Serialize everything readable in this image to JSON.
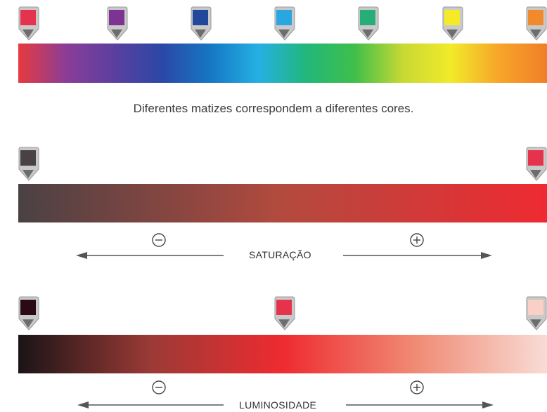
{
  "hue": {
    "caption": "Diferentes matizes correspondem a diferentes cores.",
    "gradient": [
      "#e63a3e",
      "#8a3d97",
      "#5a3fa0",
      "#2b48a6",
      "#1577c4",
      "#25b0e3",
      "#22b77a",
      "#3fbf4a",
      "#c7d934",
      "#f2ea2a",
      "#f7a52a",
      "#f07f28"
    ],
    "markers": [
      {
        "name": "red",
        "color": "#e5334e"
      },
      {
        "name": "purple",
        "color": "#7c3393"
      },
      {
        "name": "dark-blue",
        "color": "#22489b"
      },
      {
        "name": "cyan",
        "color": "#2aa7e0"
      },
      {
        "name": "green",
        "color": "#27ad7a"
      },
      {
        "name": "yellow",
        "color": "#f4ea25"
      },
      {
        "name": "orange",
        "color": "#f08a2d"
      }
    ]
  },
  "saturation": {
    "label": "SATURAÇÃO",
    "minus_symbol": "⊖",
    "plus_symbol": "⊕",
    "gradient": [
      "#4a4144",
      "#b34a3e",
      "#ee2a32"
    ],
    "markers": [
      {
        "name": "low-saturation",
        "color": "#4a4144"
      },
      {
        "name": "high-saturation",
        "color": "#e5334e"
      }
    ]
  },
  "luminosity": {
    "label": "LUMINOSIDADE",
    "minus_symbol": "⊖",
    "plus_symbol": "⊕",
    "gradient": [
      "#1a1416",
      "#9b3a36",
      "#ee2b30",
      "#f08a74",
      "#f8dcd5"
    ],
    "markers": [
      {
        "name": "dark",
        "color": "#2a0a14"
      },
      {
        "name": "red",
        "color": "#e5334e"
      },
      {
        "name": "light",
        "color": "#f9cfc6"
      }
    ]
  },
  "colors": {
    "marker_frame": "#c9c9c9",
    "marker_border": "#9a9a9a",
    "marker_tip": "#6d6d6d",
    "arrow": "#555555"
  }
}
